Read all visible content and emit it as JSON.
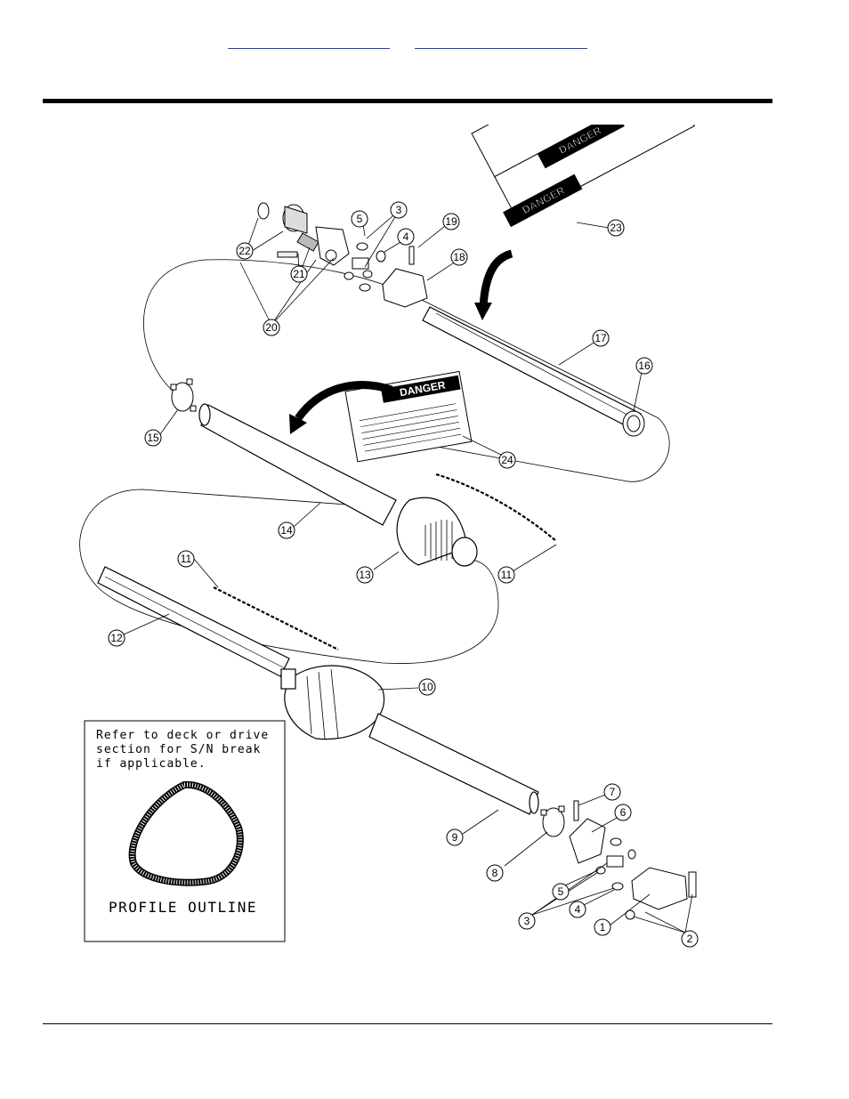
{
  "header": {
    "link_1": "",
    "link_2": ""
  },
  "inset": {
    "note_line_1": "Refer to deck or drive",
    "note_line_2": "section for S/N break",
    "note_line_3": "if applicable.",
    "title": "PROFILE OUTLINE"
  },
  "decal": {
    "danger_word": "DANGER"
  },
  "callouts": [
    "1",
    "2",
    "3",
    "4",
    "5",
    "6",
    "7",
    "8",
    "9",
    "10",
    "11",
    "12",
    "13",
    "14",
    "15",
    "16",
    "17",
    "18",
    "19",
    "20",
    "21",
    "22",
    "23",
    "24"
  ]
}
